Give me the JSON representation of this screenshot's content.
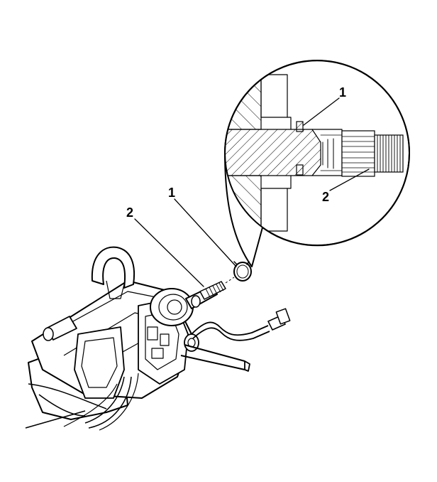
{
  "diagram": {
    "callouts": {
      "detail_top": "1",
      "detail_bottom": "2",
      "main_left": "2",
      "main_right": "1"
    },
    "icons": [
      "steering-column-assembly",
      "shaft-retaining-ring",
      "detail-magnifier"
    ]
  }
}
